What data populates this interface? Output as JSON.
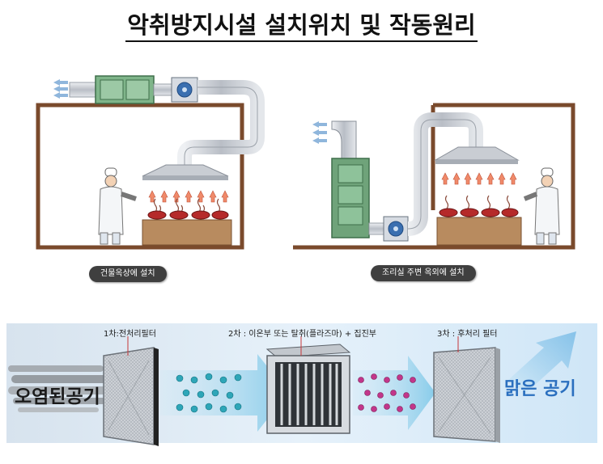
{
  "title": "악취방지시설 설치위치 및 작동원리",
  "installations": {
    "rooftop_label": "건물옥상에 설치",
    "outdoor_label": "조리실 주변 옥외에 설치"
  },
  "process": {
    "stage1_label": "1차:전처리필터",
    "stage2_label": "2차 : 이온부 또는 탈취(플라즈마) + 집진부",
    "stage3_label": "3차 : 후처리 필터",
    "input_label": "오염된공기",
    "output_label": "맑은 공기"
  },
  "colors": {
    "wall": "#7a4a2c",
    "duct": "#c8ccd2",
    "scrubber": "#5f9a6a",
    "fan": "#3a6fb0",
    "band": "#dfeef8",
    "output_text": "#2a6fbf"
  }
}
